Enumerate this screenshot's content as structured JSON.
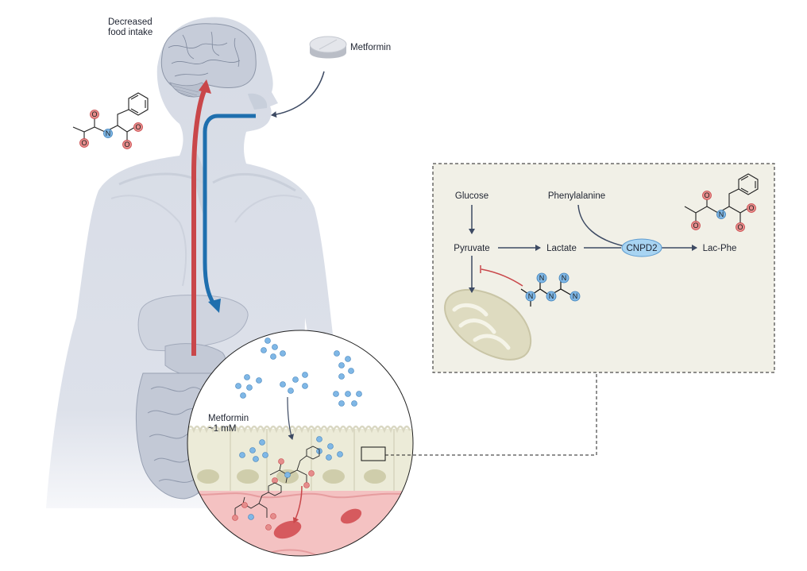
{
  "figure": {
    "labels": {
      "decreased_food_intake_line1": "Decreased",
      "decreased_food_intake_line2": "food intake",
      "metformin_pill": "Metformin",
      "metformin_gut_line1": "Metformin",
      "metformin_gut_line2": "~1 mM"
    },
    "pathway": {
      "glucose": "Glucose",
      "phenylalanine": "Phenylalanine",
      "pyruvate": "Pyruvate",
      "lactate": "Lactate",
      "enzyme": "CNPD2",
      "product": "Lac-Phe"
    },
    "atoms": {
      "oxygen": "O",
      "nitrogen": "N"
    },
    "colors": {
      "body": "#d9dde6",
      "organ": "#c8cedc",
      "red_arrow": "#c9474a",
      "blue_arrow": "#1f6fae",
      "panel_bg": "#f1f0e7",
      "oxygen_fill": "#e58d8c",
      "nitrogen_fill": "#7fb7e6",
      "enzyme_fill": "#a8d4f2",
      "cell": "#ecebd8",
      "blood": "#f4c2c2"
    }
  }
}
